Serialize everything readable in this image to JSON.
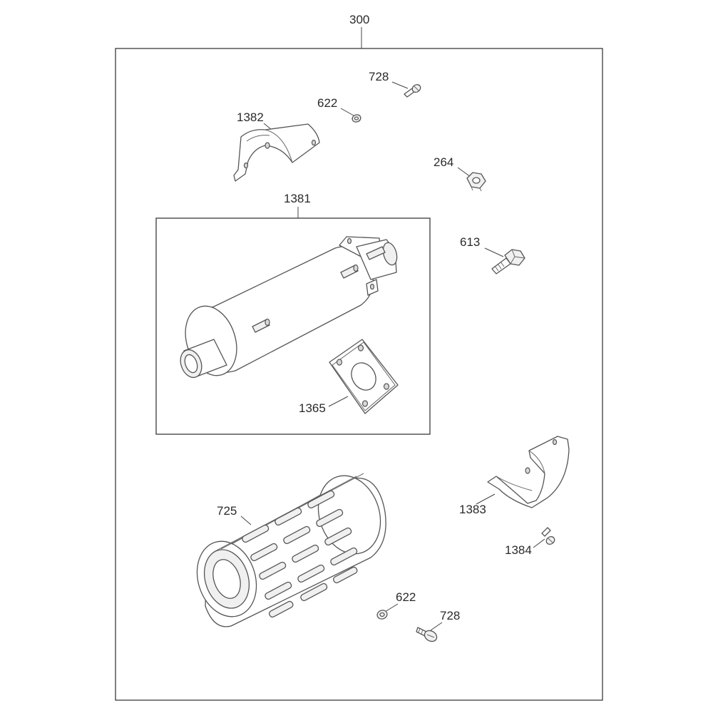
{
  "diagram": {
    "assembly_number": "300",
    "callouts": {
      "p728_top": "728",
      "p622_top": "622",
      "p1382": "1382",
      "p264": "264",
      "p1381": "1381",
      "p613": "613",
      "p1365": "1365",
      "p1383": "1383",
      "p725": "725",
      "p1384": "1384",
      "p622_bottom": "622",
      "p728_bottom": "728"
    }
  }
}
